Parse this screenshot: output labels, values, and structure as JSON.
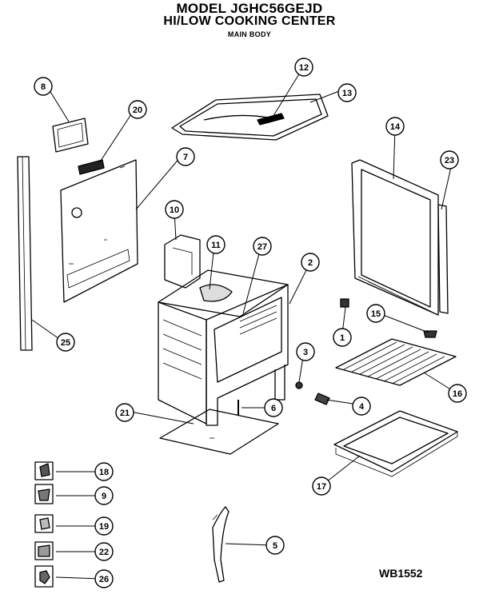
{
  "header": {
    "model": "MODEL JGHC56GEJD",
    "product": "HI/LOW COOKING CENTER",
    "section": "MAIN BODY"
  },
  "diagram_code": "WB1552",
  "callouts": [
    "8",
    "20",
    "12",
    "13",
    "7",
    "14",
    "23",
    "10",
    "11",
    "27",
    "2",
    "25",
    "15",
    "1",
    "3",
    "16",
    "6",
    "4",
    "21",
    "18",
    "9",
    "19",
    "22",
    "26",
    "17",
    "5"
  ]
}
